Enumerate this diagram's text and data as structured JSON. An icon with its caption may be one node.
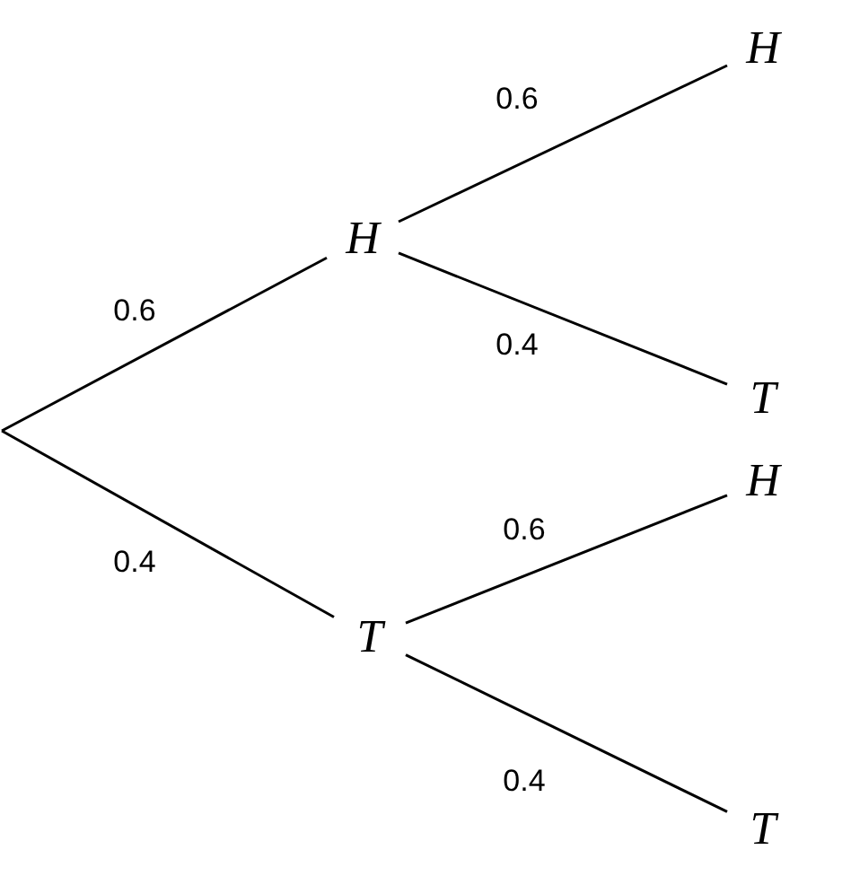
{
  "diagram": {
    "nodes": [
      {
        "text": [
          "H"
        ]
      },
      {
        "text": [
          "T"
        ]
      },
      {
        "text": [
          "H"
        ]
      },
      {
        "text": [
          "T"
        ]
      },
      {
        "text": [
          "H"
        ]
      },
      {
        "text": [
          "T"
        ]
      }
    ],
    "edges": [
      {
        "from": null,
        "to": 0,
        "arrow": "none",
        "label": "0.6"
      },
      {
        "from": null,
        "to": 1,
        "arrow": "none",
        "label": "0.4"
      },
      {
        "from": 0,
        "to": 2,
        "arrow": "none",
        "label": "0.6"
      },
      {
        "from": 0,
        "to": 3,
        "arrow": "none",
        "label": "0.4"
      },
      {
        "from": 1,
        "to": 4,
        "arrow": "none",
        "label": "0.6"
      },
      {
        "from": 1,
        "to": 5,
        "arrow": "none",
        "label": "0.4"
      }
    ]
  }
}
